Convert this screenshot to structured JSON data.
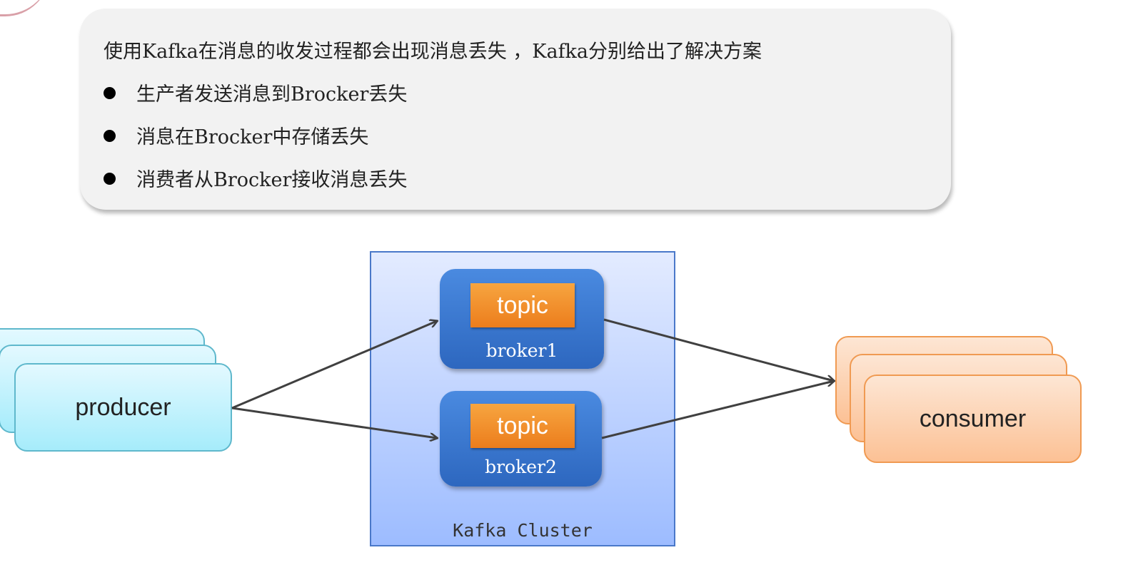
{
  "info": {
    "intro": "使用Kafka在消息的收发过程都会出现消息丢失 ，Kafka分别给出了解决方案",
    "bullets": [
      "生产者发送消息到Brocker丢失",
      "消息在Brocker中存储丢失",
      "消费者从Brocker接收消息丢失"
    ]
  },
  "diagram": {
    "producer": "producer",
    "consumer": "consumer",
    "cluster_label": "Kafka Cluster",
    "brokers": [
      {
        "topic": "topic",
        "name": "broker1"
      },
      {
        "topic": "topic",
        "name": "broker2"
      }
    ]
  },
  "colors": {
    "producer": "#a6ecfb",
    "consumer": "#fcc195",
    "broker": "#2d67bf",
    "topic": "#ec7d1c",
    "cluster": "#9dbcff"
  }
}
